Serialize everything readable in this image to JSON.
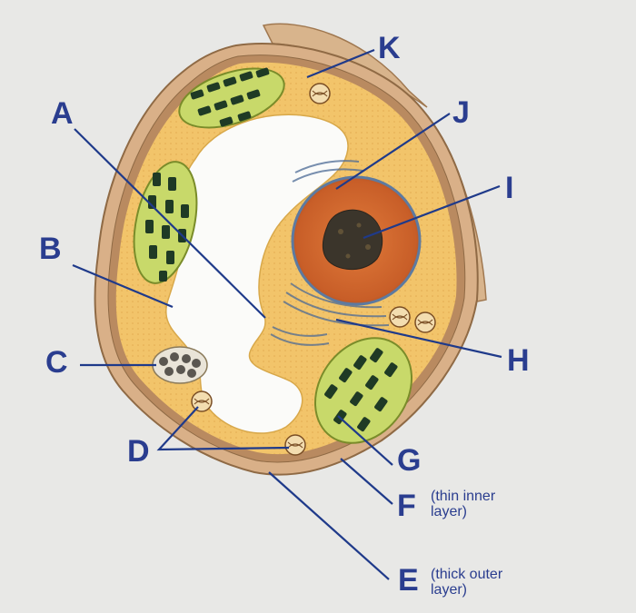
{
  "labels": {
    "A": "A",
    "B": "B",
    "C": "C",
    "D": "D",
    "E": "E",
    "F": "F",
    "G": "G",
    "H": "H",
    "I": "I",
    "J": "J",
    "K": "K"
  },
  "notes": {
    "F_line1": "(thin inner",
    "F_line2": "layer)",
    "E_line1": "(thick outer",
    "E_line2": "layer)"
  },
  "colors": {
    "leader_lines": "#1f3a8a",
    "cell_wall": "#c9a27a",
    "cytoplasm": "#f2c46a",
    "vacuole": "#fbfbf9",
    "nucleus": "#d2692f",
    "nucleolus": "#3b352b",
    "chloroplast": "#c8d96a",
    "grana": "#1f3a25"
  }
}
